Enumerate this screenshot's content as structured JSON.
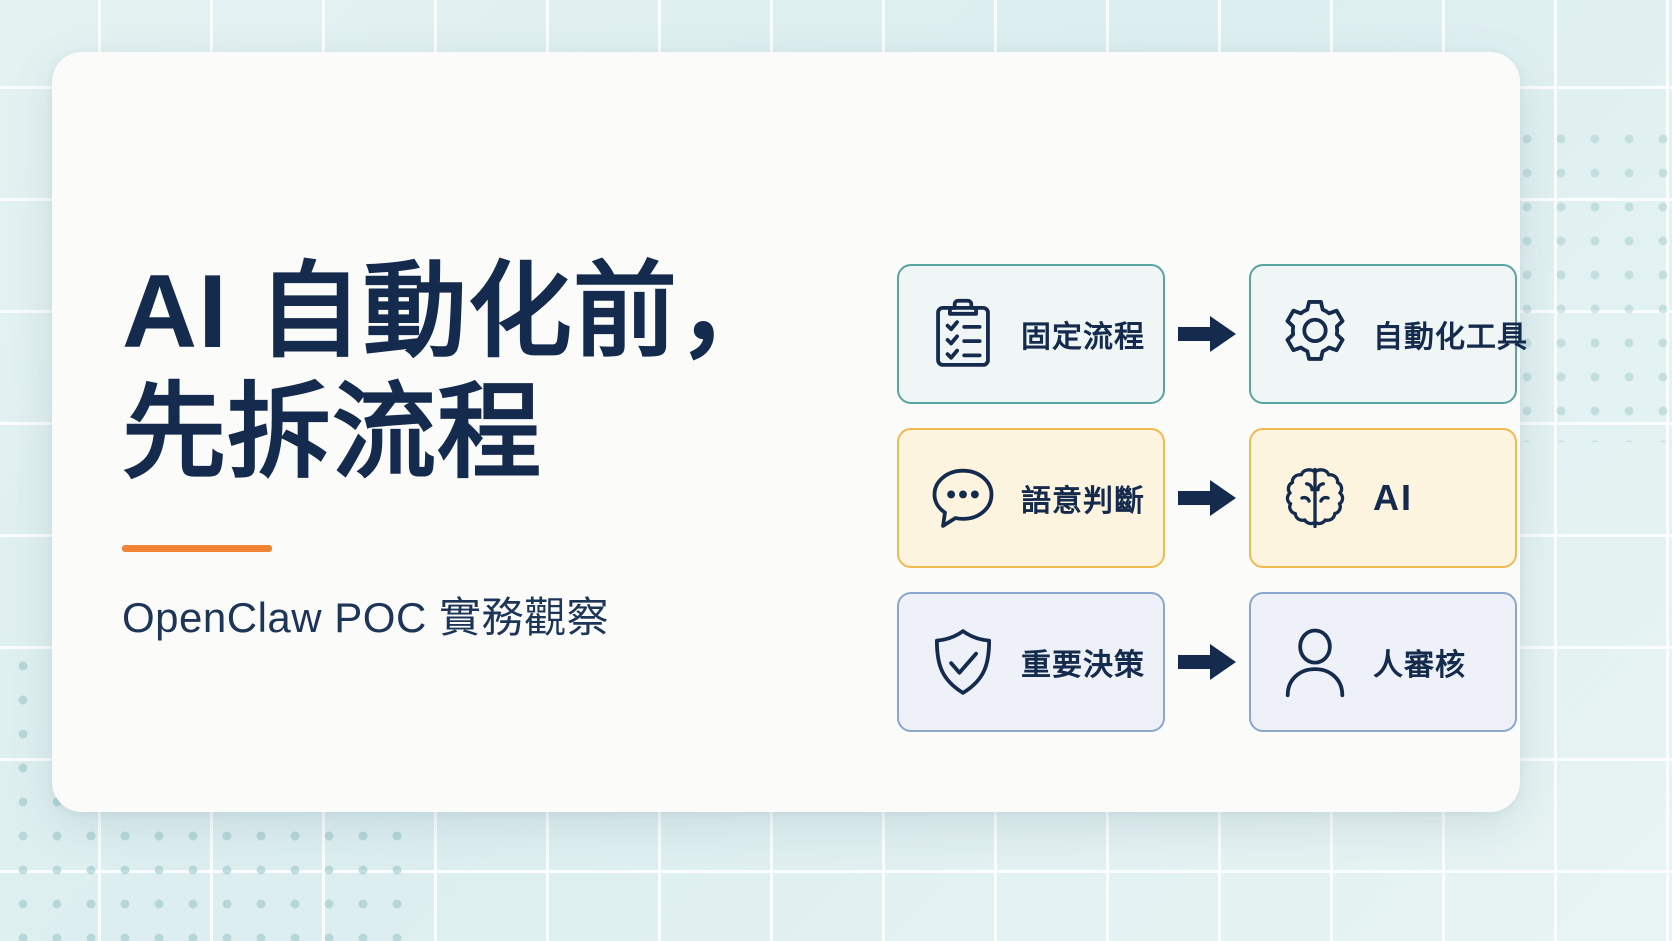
{
  "background": {
    "base_color": "#dceeee",
    "grid_color": "#ffffff",
    "dot_color": "#96c4c4"
  },
  "slide": {
    "card_bg": "#fbfbfa",
    "headline": {
      "line1": "AI 自動化前，",
      "line2": "先拆流程",
      "color": "#152b4d"
    },
    "accent_bar_color": "#f08334",
    "subtitle": "OpenClaw POC 實務觀察"
  },
  "flow": {
    "arrow_color": "#152b4d",
    "rows": [
      {
        "theme": "teal",
        "border_color": "#5ba3a1",
        "fill_color": "#eff6f5",
        "source": {
          "icon": "clipboard-checklist-icon",
          "label": "固定流程"
        },
        "arrow": {
          "icon": "arrow-right-icon"
        },
        "target": {
          "icon": "gear-icon",
          "label": "自動化工具"
        }
      },
      {
        "theme": "amber",
        "border_color": "#f3b94f",
        "fill_color": "#fdf4e0",
        "source": {
          "icon": "speech-bubble-dots-icon",
          "label": "語意判斷"
        },
        "arrow": {
          "icon": "arrow-right-icon"
        },
        "target": {
          "icon": "brain-icon",
          "label": "AI"
        }
      },
      {
        "theme": "blue",
        "border_color": "#8aa7cd",
        "fill_color": "#eef2f8",
        "source": {
          "icon": "shield-check-icon",
          "label": "重要決策"
        },
        "arrow": {
          "icon": "arrow-right-icon"
        },
        "target": {
          "icon": "person-icon",
          "label": "人審核"
        }
      }
    ]
  }
}
